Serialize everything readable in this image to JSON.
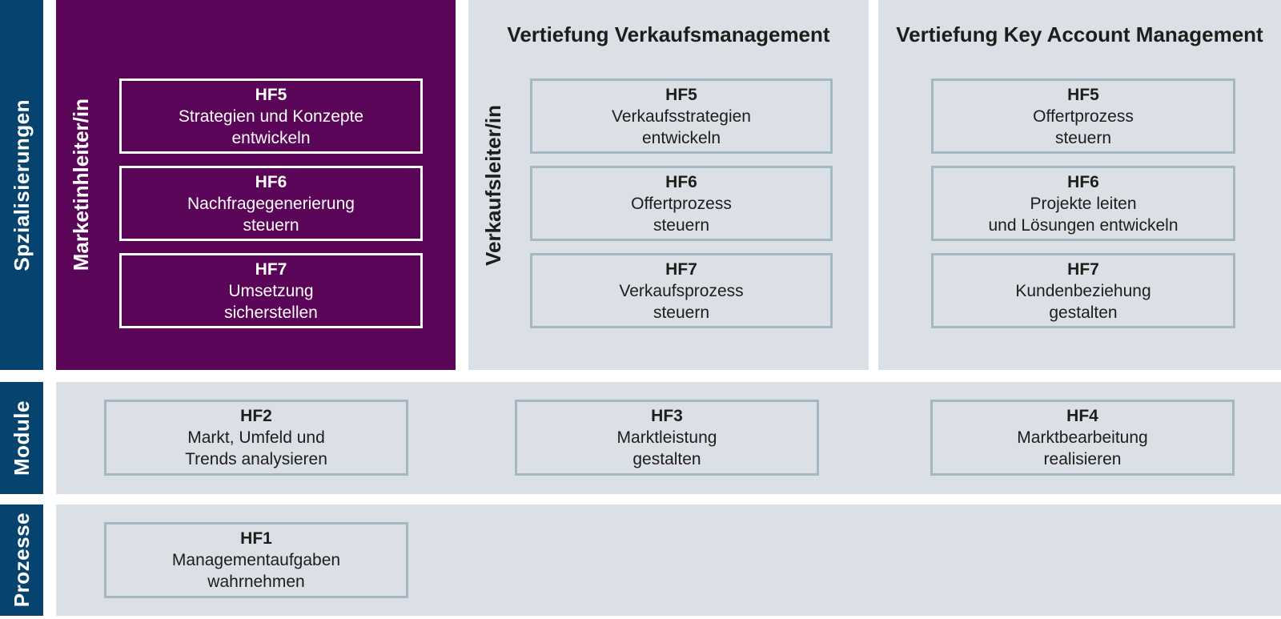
{
  "colors": {
    "navy": "#06436f",
    "purple": "#5a0557",
    "panel_gray": "#dbdfe6",
    "box_border": "#a3b8c2",
    "text_dark": "#1d1d1b"
  },
  "rails": {
    "specializations": "Spzialisierungen",
    "modules": "Module",
    "processes": "Prozesse"
  },
  "panels": {
    "marketing": {
      "role": "Marketinhleiter/in",
      "boxes": [
        {
          "code": "HF5",
          "lines": [
            "Strategien und Konzepte",
            "entwickeln"
          ]
        },
        {
          "code": "HF6",
          "lines": [
            "Nachfragegenerierung",
            "steuern"
          ]
        },
        {
          "code": "HF7",
          "lines": [
            "Umsetzung",
            "sicherstellen"
          ]
        }
      ]
    },
    "sales": {
      "title": "Vertiefung Verkaufsmanagement",
      "role": "Verkaufsleiter/in",
      "boxes": [
        {
          "code": "HF5",
          "lines": [
            "Verkaufsstrategien",
            "entwickeln"
          ]
        },
        {
          "code": "HF6",
          "lines": [
            "Offertprozess",
            "steuern"
          ]
        },
        {
          "code": "HF7",
          "lines": [
            "Verkaufsprozess",
            "steuern"
          ]
        }
      ]
    },
    "kam": {
      "title": "Vertiefung Key Account Management",
      "boxes": [
        {
          "code": "HF5",
          "lines": [
            "Offertprozess",
            "steuern"
          ]
        },
        {
          "code": "HF6",
          "lines": [
            "Projekte leiten",
            "und Lösungen entwickeln"
          ]
        },
        {
          "code": "HF7",
          "lines": [
            "Kundenbeziehung",
            "gestalten"
          ]
        }
      ]
    },
    "modules_row": {
      "boxes": [
        {
          "code": "HF2",
          "lines": [
            "Markt, Umfeld und",
            "Trends analysieren"
          ]
        },
        {
          "code": "HF3",
          "lines": [
            "Marktleistung",
            "gestalten"
          ]
        },
        {
          "code": "HF4",
          "lines": [
            "Marktbearbeitung",
            "realisieren"
          ]
        }
      ]
    },
    "processes_row": {
      "boxes": [
        {
          "code": "HF1",
          "lines": [
            "Managementaufgaben",
            "wahrnehmen"
          ]
        }
      ]
    }
  }
}
